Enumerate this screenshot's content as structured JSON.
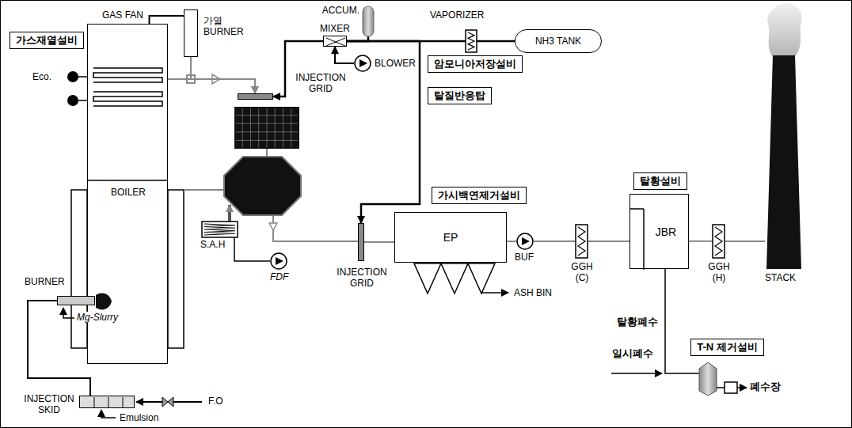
{
  "diagram": {
    "nodes": [
      {
        "text": [
          "가스재열설비"
        ]
      },
      {
        "text": [
          "가열 BURNER"
        ]
      },
      {
        "text": [
          "BOILER"
        ]
      },
      {
        "text": [
          "BURNER"
        ]
      },
      {
        "text": [
          "INJECTION SKID"
        ]
      },
      {
        "text": [
          "INJECTION GRID"
        ]
      },
      {
        "text": [
          "MIXER"
        ]
      },
      {
        "text": [
          "ACCUM."
        ]
      },
      {
        "text": [
          "VAPORIZER"
        ]
      },
      {
        "text": [
          "NH3 TANK"
        ]
      },
      {
        "text": [
          "BLOWER"
        ]
      },
      {
        "text": [
          "암모니아저장설비"
        ]
      },
      {
        "text": [
          "탈질반응탑"
        ]
      },
      {
        "text": [
          "S.A.H"
        ]
      },
      {
        "text": [
          "FDF"
        ]
      },
      {
        "text": [
          "INJECTION GRID"
        ]
      },
      {
        "text": [
          "가시백연제거설비"
        ]
      },
      {
        "text": [
          "EP"
        ]
      },
      {
        "text": [
          "BUF"
        ]
      },
      {
        "text": [
          "탈황설비"
        ]
      },
      {
        "text": [
          "GGH (C)"
        ]
      },
      {
        "text": [
          "JBR"
        ]
      },
      {
        "text": [
          "GGH (H)"
        ]
      },
      {
        "text": [
          "STACK"
        ]
      },
      {
        "text": [
          "T-N 제거설비"
        ]
      }
    ],
    "edges": [
      {
        "from": 2,
        "to": 1,
        "arrow": "none",
        "label": "GAS FAN"
      },
      {
        "from": 2,
        "to": 5,
        "arrow": "to"
      },
      {
        "from": 1,
        "to": 5,
        "arrow": "to"
      },
      {
        "from": 4,
        "to": 3,
        "arrow": "none"
      },
      {
        "from": 9,
        "to": 8,
        "arrow": "none"
      },
      {
        "from": 8,
        "to": 6,
        "arrow": "none"
      },
      {
        "from": 7,
        "to": 6,
        "arrow": "none"
      },
      {
        "from": 10,
        "to": 6,
        "arrow": "to"
      },
      {
        "from": 6,
        "to": 5,
        "arrow": "to"
      },
      {
        "from": 6,
        "to": 15,
        "arrow": "to"
      },
      {
        "from": 14,
        "to": 13,
        "arrow": "none"
      },
      {
        "from": 15,
        "to": 17,
        "arrow": "none"
      },
      {
        "from": 17,
        "to": 18,
        "arrow": "none"
      },
      {
        "from": 18,
        "to": 20,
        "arrow": "none"
      },
      {
        "from": 20,
        "to": 21,
        "arrow": "none"
      },
      {
        "from": 21,
        "to": 22,
        "arrow": "none"
      },
      {
        "from": 22,
        "to": 23,
        "arrow": "none"
      }
    ],
    "labels": [
      "Eco.",
      "Mg-Slurry",
      "Emulsion",
      "F.O",
      "ASH BIN",
      "탈황폐수",
      "일시폐수",
      "폐수장"
    ]
  }
}
